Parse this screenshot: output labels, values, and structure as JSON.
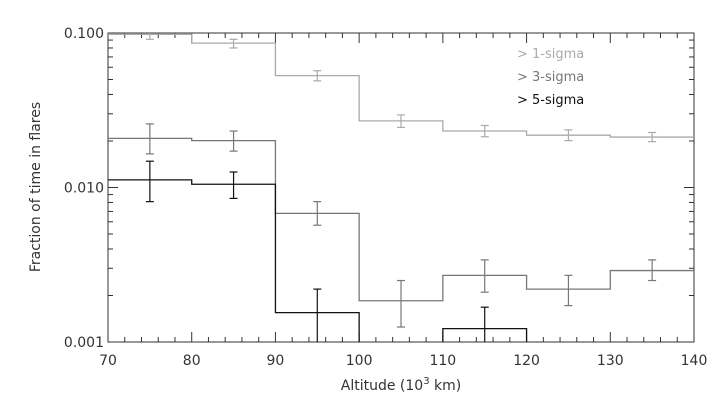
{
  "chart_data": {
    "type": "line",
    "xlabel": "Altitude (10",
    "xlabel_sup": "3",
    "xlabel_tail": " km)",
    "ylabel": "Fraction of time in flares",
    "xlim": [
      70,
      140
    ],
    "ylim": [
      0.001,
      0.1
    ],
    "y_scale": "log",
    "x_ticks": [
      70,
      80,
      90,
      100,
      110,
      120,
      130,
      140
    ],
    "x_tick_labels": [
      "70",
      "80",
      "90",
      "100",
      "110",
      "120",
      "130",
      "140"
    ],
    "y_ticks": [
      0.001,
      0.01,
      0.1
    ],
    "y_tick_labels": [
      "0.001",
      "0.010",
      "0.100"
    ],
    "grid": false,
    "legend_position": "top-right",
    "bin_edges": [
      70,
      80,
      90,
      100,
      110,
      120,
      130,
      140
    ],
    "bin_centers": [
      75,
      85,
      95,
      105,
      115,
      125,
      135
    ],
    "series": [
      {
        "name": "> 1-sigma",
        "color": "#aaaaaa",
        "values": [
          0.098,
          0.086,
          0.053,
          0.027,
          0.0232,
          0.0218,
          0.0212
        ],
        "err_low": [
          0.091,
          0.08,
          0.049,
          0.0245,
          0.0213,
          0.0201,
          0.0198
        ],
        "err_high": [
          0.104,
          0.091,
          0.057,
          0.0295,
          0.0252,
          0.0236,
          0.0227
        ]
      },
      {
        "name": "> 3-sigma",
        "color": "#777777",
        "values": [
          0.0208,
          0.0201,
          0.0068,
          0.00185,
          0.0027,
          0.0022,
          0.0029
        ],
        "err_low": [
          0.0165,
          0.0172,
          0.0057,
          0.00125,
          0.0021,
          0.00172,
          0.0025
        ],
        "err_high": [
          0.0258,
          0.0232,
          0.0081,
          0.0025,
          0.0034,
          0.0027,
          0.0034
        ]
      },
      {
        "name": "> 5-sigma",
        "color": "#111111",
        "values": [
          0.0112,
          0.0105,
          0.00155,
          null,
          0.00122,
          null,
          null
        ],
        "err_low": [
          0.0081,
          0.0085,
          0.0009,
          null,
          0.00085,
          null,
          null
        ],
        "err_high": [
          0.0148,
          0.0126,
          0.0022,
          null,
          0.00168,
          null,
          null
        ]
      }
    ]
  }
}
